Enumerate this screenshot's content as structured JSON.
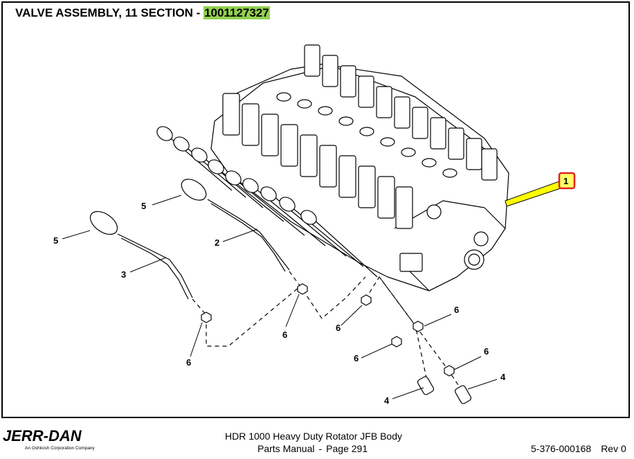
{
  "header": {
    "title_prefix": "VALVE ASSEMBLY, 11 SECTION - ",
    "part_number": "1001127327"
  },
  "callouts": {
    "c1": "1",
    "c2": "2",
    "c3": "3",
    "c4a": "4",
    "c4b": "4",
    "c5a": "5",
    "c5b": "5",
    "c6a": "6",
    "c6b": "6",
    "c6c": "6",
    "c6d": "6",
    "c6e": "6",
    "c6f": "6"
  },
  "colors": {
    "highlight": "#92d050",
    "leader_highlight": "#ffff00",
    "callout_box": "#e02020"
  },
  "footer": {
    "logo": "JERR-DAN",
    "logo_sub": "An Oshkosh Corporation Company",
    "line1": "HDR 1000 Heavy Duty Rotator JFB Body",
    "line2_left": "Parts Manual",
    "line2_sep": "-",
    "line2_right": "Page 291",
    "doc_number": "5-376-000168",
    "revision": "Rev 0"
  }
}
